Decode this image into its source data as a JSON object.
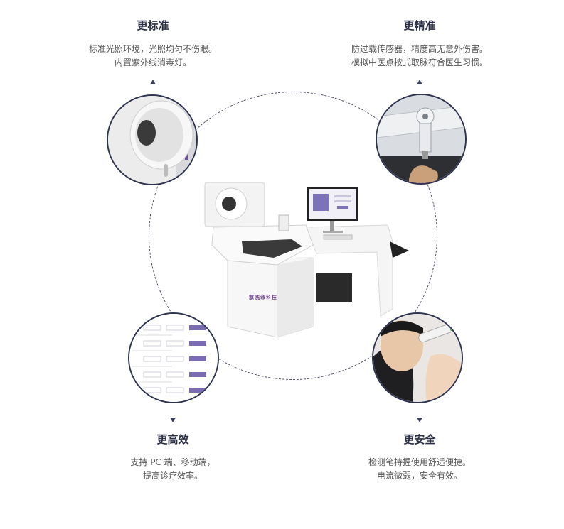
{
  "features": [
    {
      "title": "更标准",
      "desc": [
        "标准光照环境，光照均匀不伤眼。",
        "内置紫外线消毒灯。"
      ]
    },
    {
      "title": "更精准",
      "desc": [
        "防过载传感器，精度高无意外伤害。",
        "模拟中医点按式取脉符合医生习惯。"
      ]
    },
    {
      "title": "更高效",
      "desc": [
        "支持 PC 端、移动端，",
        "提高诊疗效率。"
      ]
    },
    {
      "title": "更安全",
      "desc": [
        "检测笔持握使用舒适便捷。",
        "电流微弱，安全有效。"
      ]
    }
  ],
  "device": {
    "logo": "慈洗命科技"
  },
  "colors": {
    "accent": "#2e3350",
    "brand": "#6a3c8c",
    "text": "#555555"
  }
}
